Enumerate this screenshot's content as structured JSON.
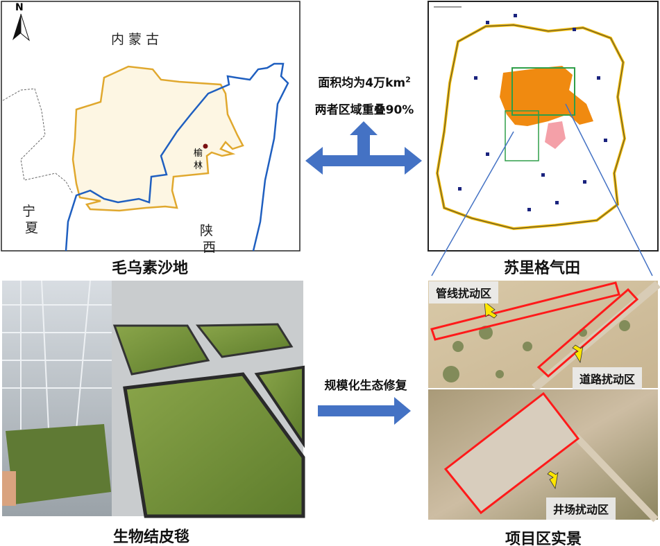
{
  "left_map": {
    "caption": "毛乌素沙地",
    "north": "N",
    "labels": {
      "inner_mongolia": "内 蒙 古",
      "ningxia_1": "宁",
      "ningxia_2": "夏",
      "shaanxi_1": "陕",
      "shaanxi_2": "西",
      "yulin_1": "榆",
      "yulin_2": "林"
    }
  },
  "middle": {
    "area_text": "面积均为4万km",
    "area_sup": "2",
    "overlap_text": "两者区域重叠90%",
    "restore_text": "规模化生态修复"
  },
  "right_map": {
    "caption": "苏里格气田"
  },
  "biocrust": {
    "caption": "生物结皮毯"
  },
  "project": {
    "caption": "项目区实景",
    "tags": {
      "pipeline": "管线扰动区",
      "road": "道路扰动区",
      "wellsite": "井场扰动区"
    }
  },
  "colors": {
    "arrow": "#4472c4",
    "desert_border": "#e0a82e",
    "river": "#1f5fc0",
    "highlight": "#ff1a1a",
    "pointer": "#ffe600"
  }
}
